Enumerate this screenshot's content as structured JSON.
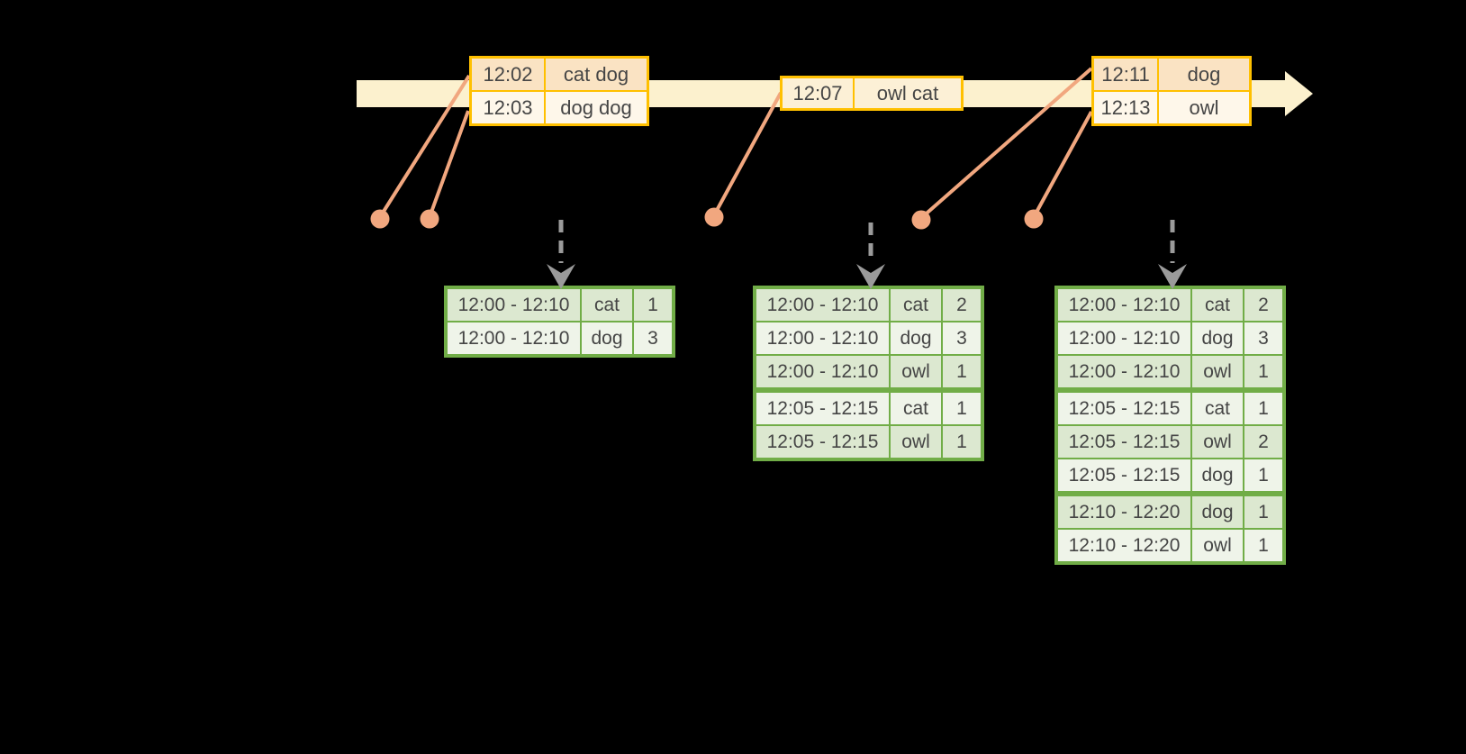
{
  "colors": {
    "background": "#000000",
    "timeline_fill": "#FCF1CE",
    "event_border": "#FFC000",
    "event_row_dark": "#FAE3C3",
    "event_row_light": "#FEF7EA",
    "event_row_cream": "#FCF0D6",
    "connector": "#F1A77F",
    "trigger_arrow": "#9B9B9B",
    "result_border": "#71AD47",
    "result_row_dark": "#DCE8D0",
    "result_row_light": "#EFF4E9",
    "text": "#454545"
  },
  "timeline": {
    "event_groups": [
      {
        "rows": [
          {
            "time": "12:02",
            "words": "cat dog"
          },
          {
            "time": "12:03",
            "words": "dog dog"
          }
        ]
      },
      {
        "rows": [
          {
            "time": "12:07",
            "words": "owl cat"
          }
        ]
      },
      {
        "rows": [
          {
            "time": "12:11",
            "words": "dog"
          },
          {
            "time": "12:13",
            "words": "owl"
          }
        ]
      }
    ]
  },
  "result_tables": [
    {
      "rows": [
        {
          "window": "12:00 - 12:10",
          "word": "cat",
          "count": "1"
        },
        {
          "window": "12:00 - 12:10",
          "word": "dog",
          "count": "3"
        }
      ]
    },
    {
      "rows": [
        {
          "window": "12:00 - 12:10",
          "word": "cat",
          "count": "2"
        },
        {
          "window": "12:00 - 12:10",
          "word": "dog",
          "count": "3"
        },
        {
          "window": "12:00 - 12:10",
          "word": "owl",
          "count": "1"
        },
        {
          "window": "12:05 - 12:15",
          "word": "cat",
          "count": "1"
        },
        {
          "window": "12:05 - 12:15",
          "word": "owl",
          "count": "1"
        }
      ]
    },
    {
      "rows": [
        {
          "window": "12:00 - 12:10",
          "word": "cat",
          "count": "2"
        },
        {
          "window": "12:00 - 12:10",
          "word": "dog",
          "count": "3"
        },
        {
          "window": "12:00 - 12:10",
          "word": "owl",
          "count": "1"
        },
        {
          "window": "12:05 - 12:15",
          "word": "cat",
          "count": "1"
        },
        {
          "window": "12:05 - 12:15",
          "word": "owl",
          "count": "2"
        },
        {
          "window": "12:05 - 12:15",
          "word": "dog",
          "count": "1"
        },
        {
          "window": "12:10 - 12:20",
          "word": "dog",
          "count": "1"
        },
        {
          "window": "12:10 - 12:20",
          "word": "owl",
          "count": "1"
        }
      ]
    }
  ]
}
